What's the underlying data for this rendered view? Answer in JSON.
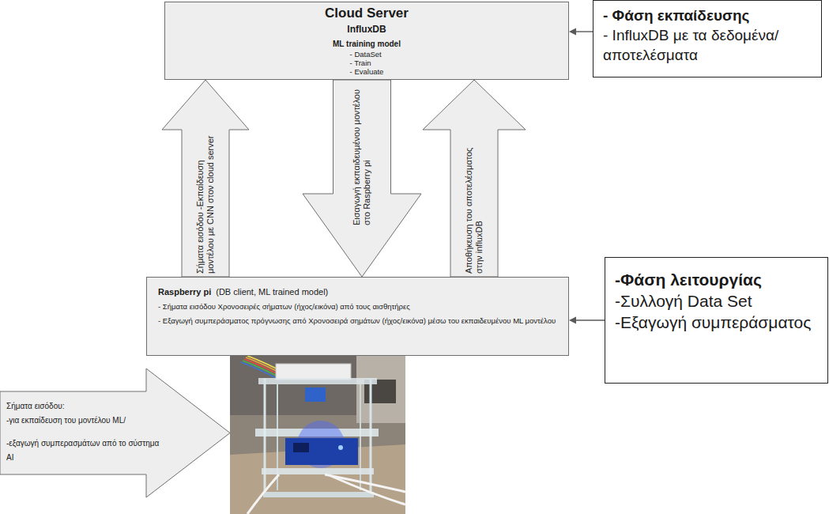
{
  "diagram": {
    "nodes": [
      {
        "text": [
          "Cloud Server",
          "InfluxDB",
          "ML training model",
          "- DataSet",
          "- Train",
          "- Evaluate"
        ]
      },
      {
        "text": [
          "- Φάση εκπαίδευσης",
          "- InfluxDB με τα δεδομένα/αποτελέσματα"
        ]
      },
      {
        "text": [
          "Raspberry pi",
          "(DB client, ML trained model)",
          "- Σήματα εισόδου Χρονοσειρές σήματων (ήχος/εικόνα) από τους αισθητήρες",
          "- Εξαγωγή συμπεράσματος πρόγνωσης από Χρονοσειρά σημάτων (ήχος/εικόνα) μέσω του εκπαιδευμένου ML μοντέλου"
        ]
      },
      {
        "text": [
          "-Φάση λειτουργίας",
          "-Συλλογή Data Set",
          "-Εξαγωγή συμπεράσματος"
        ]
      },
      {
        "text": [
          "Σήματα εισόδου:",
          "-για εκπαίδευση του μοντέλου ML/",
          "-εξαγωγή συμπερασμάτων από το σύστημα AI"
        ]
      }
    ],
    "edges": [
      {
        "from": 1,
        "to": 0,
        "arrow": "to"
      },
      {
        "from": 2,
        "to": 0,
        "label": "Σήματα εισόδου -Εκπαίδευση μοντέλου με CNN στον cloud server",
        "arrow": "to"
      },
      {
        "from": 0,
        "to": 2,
        "label": "Εισαγωγή εκπαιδευμένου μοντέλου στο Raspberry pi",
        "arrow": "to"
      },
      {
        "from": 2,
        "to": 0,
        "label": "Αποθήκευση του αποτελέσματος στην influxDB",
        "arrow": "to"
      },
      {
        "from": 3,
        "to": 2,
        "arrow": "to"
      }
    ]
  }
}
